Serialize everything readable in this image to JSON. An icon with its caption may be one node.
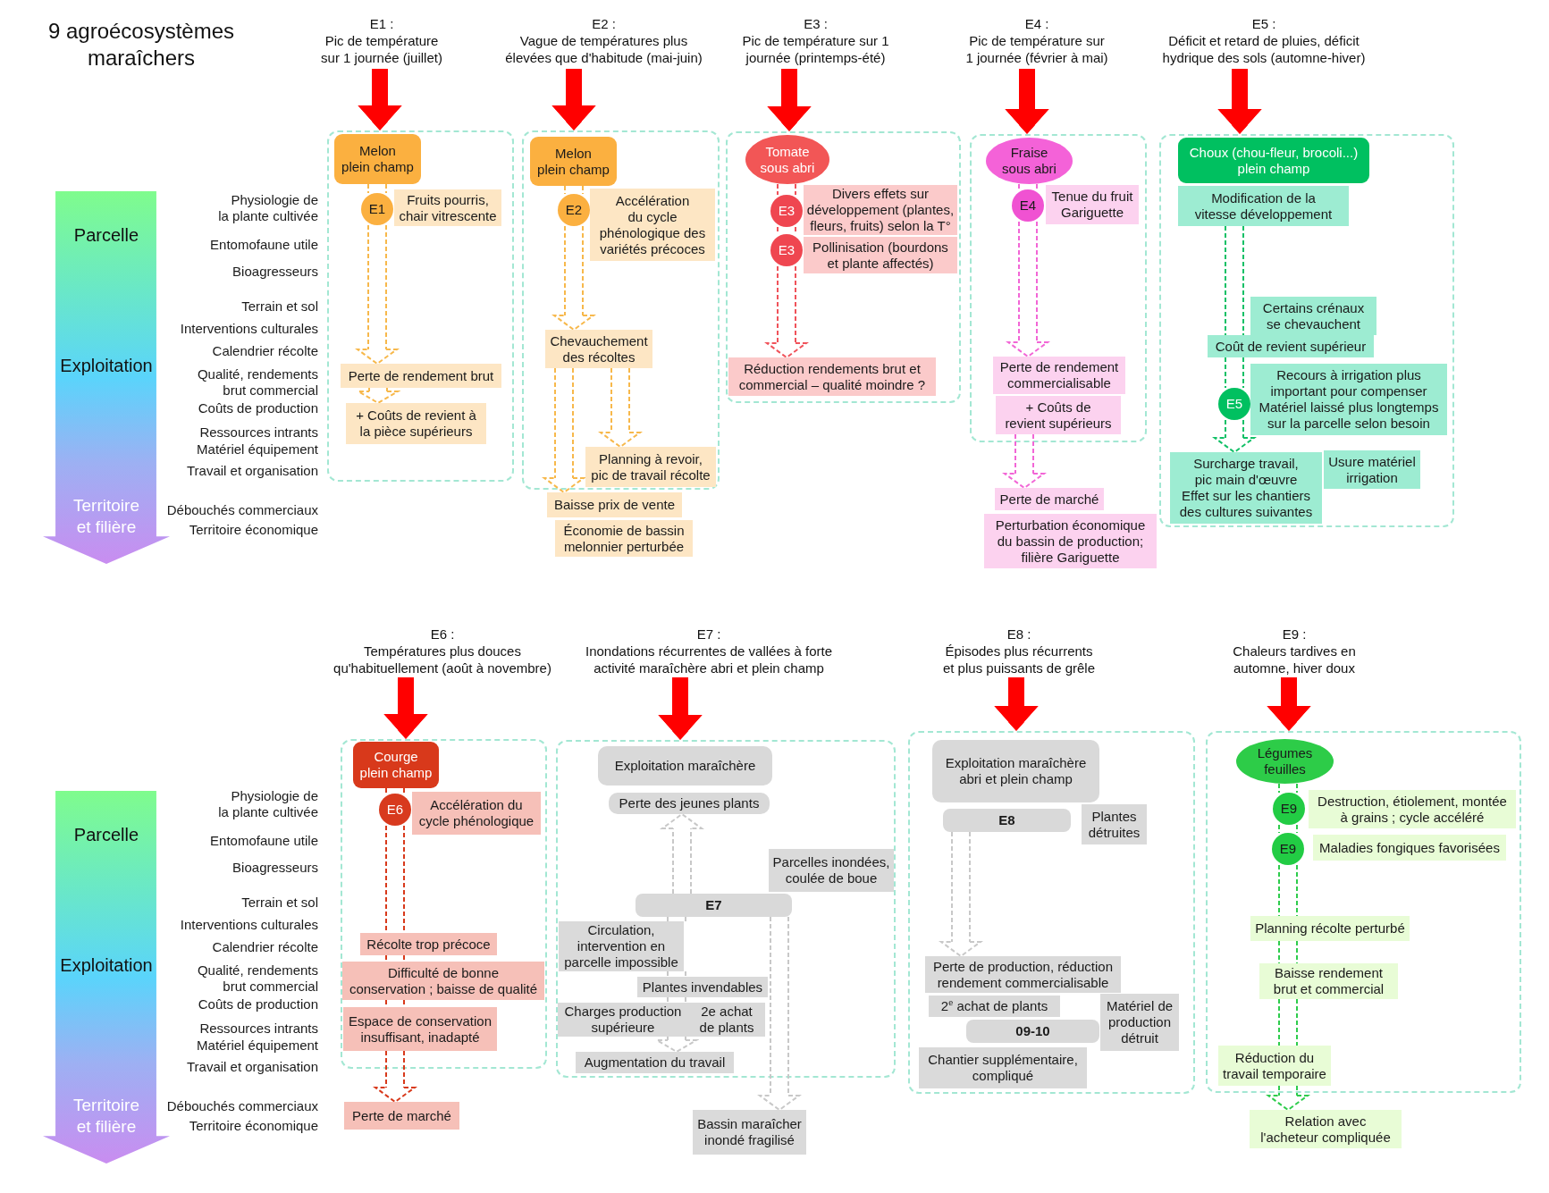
{
  "diagram": {
    "title": "9 agroécosystèmes maraîchers",
    "nodes": [
      {
        "text": [
          "Parcelle",
          "Exploitation",
          "Territoire et filière"
        ]
      },
      {
        "text": [
          "E1 :",
          "Pic de température sur 1 journée (juillet)"
        ]
      },
      {
        "text": [
          "E2 :",
          "Vague de températures plus élevées que d'habitude (mai-juin)"
        ]
      },
      {
        "text": [
          "E3 :",
          "Pic de température sur 1 journée (printemps-été)"
        ]
      },
      {
        "text": [
          "E4 :",
          "Pic de température sur 1 journée (février à mai)"
        ]
      },
      {
        "text": [
          "E5 :",
          "Déficit et retard de pluies, déficit hydrique des sols (automne-hiver)"
        ]
      },
      {
        "text": [],
        "shape": "box"
      },
      {
        "text": [
          "Melon plein champ"
        ],
        "in": 6
      },
      {
        "text": [
          "E1"
        ],
        "in": 6
      },
      {
        "text": [
          "Fruits pourris, chair vitrescente"
        ],
        "in": 6
      },
      {
        "text": [
          "Perte de rendement brut"
        ],
        "in": 6
      },
      {
        "text": [
          "+ Coûts de revient à la pièce supérieurs"
        ],
        "in": 6
      },
      {
        "text": [],
        "shape": "box"
      },
      {
        "text": [
          "Melon plein champ"
        ],
        "in": 12
      },
      {
        "text": [
          "E2"
        ],
        "in": 12
      },
      {
        "text": [
          "Accélération du cycle phénologique des variétés précoces"
        ],
        "in": 12
      },
      {
        "text": [
          "Chevauchement des récoltes"
        ],
        "in": 12
      },
      {
        "text": [
          "Planning à revoir, pic de travail récolte"
        ],
        "in": 12
      },
      {
        "text": [
          "Baisse prix de vente"
        ]
      },
      {
        "text": [
          "Économie de bassin melonnier perturbée"
        ]
      },
      {
        "text": [],
        "shape": "box"
      },
      {
        "text": [
          "Tomate sous abri"
        ],
        "in": 20
      },
      {
        "text": [
          "Divers effets sur développement (plantes, fleurs, fruits) selon la T°"
        ],
        "in": 20
      },
      {
        "text": [
          "E3"
        ],
        "in": 20
      },
      {
        "text": [
          "E3"
        ],
        "in": 20
      },
      {
        "text": [
          "Pollinisation (bourdons et plante affectés)"
        ],
        "in": 20
      },
      {
        "text": [
          "Réduction rendements brut et commercial – qualité moindre ?"
        ],
        "in": 20
      },
      {
        "text": [],
        "shape": "box"
      },
      {
        "text": [
          "Fraise sous abri"
        ],
        "in": 27
      },
      {
        "text": [
          "E4"
        ],
        "in": 27
      },
      {
        "text": [
          "Tenue du fruit Gariguette"
        ],
        "in": 27
      },
      {
        "text": [
          "Perte de rendement commercialisable"
        ],
        "in": 27
      },
      {
        "text": [
          "+ Coûts de revient supérieurs"
        ],
        "in": 27
      },
      {
        "text": [
          "Perte de marché"
        ]
      },
      {
        "text": [
          "Perturbation économique du bassin de production; filière Gariguette"
        ]
      },
      {
        "text": [],
        "shape": "box"
      },
      {
        "text": [
          "Choux (chou-fleur, brocoli...) plein champ"
        ],
        "in": 35
      },
      {
        "text": [
          "Modification de la vitesse développement"
        ],
        "in": 35
      },
      {
        "text": [
          "Certains crénaux se chevauchent"
        ],
        "in": 35
      },
      {
        "text": [
          "Coût de revient supérieur"
        ],
        "in": 35
      },
      {
        "text": [
          "Recours à irrigation plus important pour compenser",
          "Matériel laissé plus longtemps sur la parcelle selon besoin"
        ],
        "in": 35
      },
      {
        "text": [
          "E5"
        ],
        "in": 35
      },
      {
        "text": [
          "Surcharge travail, pic main d'œuvre",
          "Effet sur les chantiers des cultures suivantes"
        ],
        "in": 35
      },
      {
        "text": [
          "Usure matériel irrigation"
        ],
        "in": 35
      },
      {
        "text": [
          "Parcelle",
          "Exploitation",
          "Territoire et filière"
        ]
      },
      {
        "text": [
          "E6 :",
          "Températures plus douces qu'habituellement (août à novembre)"
        ]
      },
      {
        "text": [
          "E7 :",
          "Inondations récurrentes de vallées à forte activité maraîchère abri et plein champ"
        ]
      },
      {
        "text": [
          "E8 :",
          "Épisodes plus récurrents et plus puissants de grêle"
        ]
      },
      {
        "text": [
          "E9 :",
          "Chaleurs tardives en automne, hiver doux"
        ]
      },
      {
        "text": [],
        "shape": "box"
      },
      {
        "text": [
          "Courge plein champ"
        ],
        "in": 49
      },
      {
        "text": [
          "E6"
        ],
        "in": 49
      },
      {
        "text": [
          "Accélération du cycle phénologique"
        ],
        "in": 49
      },
      {
        "text": [
          "Récolte trop précoce"
        ],
        "in": 49
      },
      {
        "text": [
          "Difficulté de bonne conservation ; baisse de qualité"
        ],
        "in": 49
      },
      {
        "text": [
          "Espace de conservation insuffisant, inadapté"
        ],
        "in": 49
      },
      {
        "text": [
          "Perte de marché"
        ]
      },
      {
        "text": [],
        "shape": "box"
      },
      {
        "text": [
          "Exploitation maraîchère"
        ],
        "in": 57
      },
      {
        "text": [
          "Perte des jeunes plants"
        ],
        "in": 57
      },
      {
        "text": [
          "Parcelles inondées, coulée de boue"
        ],
        "in": 57
      },
      {
        "text": [
          "E7"
        ],
        "in": 57
      },
      {
        "text": [
          "Circulation, intervention en parcelle impossible"
        ],
        "in": 57
      },
      {
        "text": [
          "Plantes invendables"
        ],
        "in": 57
      },
      {
        "text": [
          "Charges production supérieure"
        ],
        "in": 57
      },
      {
        "text": [
          "2e achat de plants"
        ],
        "in": 57
      },
      {
        "text": [
          "Augmentation du travail"
        ],
        "in": 57
      },
      {
        "text": [
          "Bassin maraîcher inondé fragilisé"
        ]
      },
      {
        "text": [],
        "shape": "box"
      },
      {
        "text": [
          "Exploitation maraîchère abri et plein champ"
        ],
        "in": 68
      },
      {
        "text": [
          "E8"
        ],
        "in": 68
      },
      {
        "text": [
          "Plantes détruites"
        ],
        "in": 68
      },
      {
        "text": [
          "Perte de production, réduction rendement commercialisable"
        ],
        "in": 68
      },
      {
        "text": [
          "Matériel de production détruit"
        ],
        "in": 68
      },
      {
        "text": [
          "2$^{e}$ achat de plants"
        ],
        "in": 68
      },
      {
        "text": [
          "09-10"
        ],
        "in": 68
      },
      {
        "text": [
          "Chantier supplémentaire, compliqué"
        ],
        "in": 68
      },
      {
        "text": [],
        "shape": "box"
      },
      {
        "text": [
          "Légumes feuilles"
        ],
        "in": 77
      },
      {
        "text": [
          "E9"
        ],
        "in": 77
      },
      {
        "text": [
          "Destruction, étiolement, montée à grains ; cycle accéléré"
        ],
        "in": 77
      },
      {
        "text": [
          "E9"
        ],
        "in": 77
      },
      {
        "text": [
          "Maladies fongiques favorisées"
        ],
        "in": 77
      },
      {
        "text": [
          "Planning récolte perturbé"
        ],
        "in": 77
      },
      {
        "text": [
          "Baisse rendement brut et commercial"
        ],
        "in": 77
      },
      {
        "text": [
          "Réduction du travail temporaire"
        ],
        "in": 77
      },
      {
        "text": [
          "Relation avec l'acheteur compliquée"
        ]
      }
    ],
    "edges": [
      {
        "from": 1,
        "to": 6,
        "arrow": "to",
        "style": "thick"
      },
      {
        "from": 2,
        "to": 12,
        "arrow": "to",
        "style": "thick"
      },
      {
        "from": 3,
        "to": 20,
        "arrow": "to",
        "style": "thick"
      },
      {
        "from": 4,
        "to": 27,
        "arrow": "to",
        "style": "thick"
      },
      {
        "from": 5,
        "to": 35,
        "arrow": "to",
        "style": "thick"
      },
      {
        "from": 45,
        "to": 49,
        "arrow": "to",
        "style": "thick"
      },
      {
        "from": 46,
        "to": 57,
        "arrow": "to",
        "style": "thick"
      },
      {
        "from": 47,
        "to": 68,
        "arrow": "to",
        "style": "thick"
      },
      {
        "from": 48,
        "to": 77,
        "arrow": "to",
        "style": "thick"
      },
      {
        "from": 7,
        "to": 8,
        "arrow": "none",
        "style": "dashed",
        "color": "#f7b84b"
      },
      {
        "from": 8,
        "to": 10,
        "arrow": "to",
        "style": "dashed",
        "color": "#f7b84b"
      },
      {
        "from": 10,
        "to": 11,
        "arrow": "to",
        "style": "dashed",
        "color": "#f7b84b"
      },
      {
        "from": 13,
        "to": 14,
        "arrow": "none",
        "style": "dashed",
        "color": "#f7b84b"
      },
      {
        "from": 14,
        "to": 16,
        "arrow": "to",
        "style": "dashed",
        "color": "#f7b84b"
      },
      {
        "from": 16,
        "to": 18,
        "arrow": "to",
        "style": "dashed",
        "color": "#f7b84b"
      },
      {
        "from": 16,
        "to": 17,
        "arrow": "to",
        "style": "dashed",
        "color": "#f7b84b"
      },
      {
        "from": 21,
        "to": 23,
        "arrow": "none",
        "style": "dashed",
        "color": "#f0525a"
      },
      {
        "from": 23,
        "to": 24,
        "arrow": "none",
        "style": "dashed",
        "color": "#f0525a"
      },
      {
        "from": 24,
        "to": 26,
        "arrow": "to",
        "style": "dashed",
        "color": "#f0525a"
      },
      {
        "from": 28,
        "to": 29,
        "arrow": "none",
        "style": "dashed",
        "color": "#f266d6"
      },
      {
        "from": 29,
        "to": 31,
        "arrow": "to",
        "style": "dashed",
        "color": "#f266d6"
      },
      {
        "from": 32,
        "to": 33,
        "arrow": "to",
        "style": "dashed",
        "color": "#f266d6"
      },
      {
        "from": 37,
        "to": 39,
        "arrow": "none",
        "style": "dashed",
        "color": "#10c066"
      },
      {
        "from": 39,
        "to": 41,
        "arrow": "none",
        "style": "dashed",
        "color": "#10c066"
      },
      {
        "from": 41,
        "to": 42,
        "arrow": "to",
        "style": "dashed",
        "color": "#10c066"
      },
      {
        "from": 50,
        "to": 51,
        "arrow": "none",
        "style": "dashed",
        "color": "#d8391b"
      },
      {
        "from": 51,
        "to": 53,
        "arrow": "none",
        "style": "dashed",
        "color": "#d8391b"
      },
      {
        "from": 53,
        "to": 54,
        "arrow": "none",
        "style": "dashed",
        "color": "#d8391b"
      },
      {
        "from": 54,
        "to": 55,
        "arrow": "none",
        "style": "dashed",
        "color": "#d8391b"
      },
      {
        "from": 55,
        "to": 56,
        "arrow": "to",
        "style": "dashed",
        "color": "#d8391b"
      },
      {
        "from": 61,
        "to": 59,
        "arrow": "to",
        "style": "dashed",
        "color": "#c8c8c8"
      },
      {
        "from": 61,
        "to": 62,
        "arrow": "none",
        "style": "dashed",
        "color": "#c8c8c8"
      },
      {
        "from": 62,
        "to": 63,
        "arrow": "none",
        "style": "dashed",
        "color": "#c8c8c8"
      },
      {
        "from": 63,
        "to": 64,
        "arrow": "none",
        "style": "dashed",
        "color": "#c8c8c8"
      },
      {
        "from": 64,
        "to": 66,
        "arrow": "to",
        "style": "dashed",
        "color": "#c8c8c8"
      },
      {
        "from": 61,
        "to": 67,
        "arrow": "to",
        "style": "dashed",
        "color": "#c8c8c8"
      },
      {
        "from": 70,
        "to": 72,
        "arrow": "to",
        "style": "dashed",
        "color": "#c8c8c8"
      },
      {
        "from": 78,
        "to": 79,
        "arrow": "none",
        "style": "dashed",
        "color": "#2ecc4c"
      },
      {
        "from": 79,
        "to": 81,
        "arrow": "none",
        "style": "dashed",
        "color": "#2ecc4c"
      },
      {
        "from": 81,
        "to": 83,
        "arrow": "none",
        "style": "dashed",
        "color": "#2ecc4c"
      },
      {
        "from": 83,
        "to": 84,
        "arrow": "none",
        "style": "dashed",
        "color": "#2ecc4c"
      },
      {
        "from": 84,
        "to": 85,
        "arrow": "none",
        "style": "dashed",
        "color": "#2ecc4c"
      },
      {
        "from": 85,
        "to": 86,
        "arrow": "to",
        "style": "dashed",
        "color": "#2ecc4c"
      }
    ],
    "labels": [
      "Physiologie de la plante cultivée",
      "Entomofaune utile",
      "Bioagresseurs",
      "Terrain et sol",
      "Interventions culturales",
      "Calendrier récolte",
      "Qualité, rendements brut commercial",
      "Coûts de production",
      "Ressources intrants",
      "Matériel équipement",
      "Travail et organisation",
      "Débouchés commerciaux",
      "Territoire économique",
      "Physiologie de la plante cultivée",
      "Entomofaune utile",
      "Bioagresseurs",
      "Terrain et sol",
      "Interventions culturales",
      "Calendrier récolte",
      "Qualité, rendements brut commercial",
      "Coûts de production",
      "Ressources intrants",
      "Matériel équipement",
      "Travail et organisation",
      "Débouchés commerciaux",
      "Territoire économique"
    ]
  }
}
